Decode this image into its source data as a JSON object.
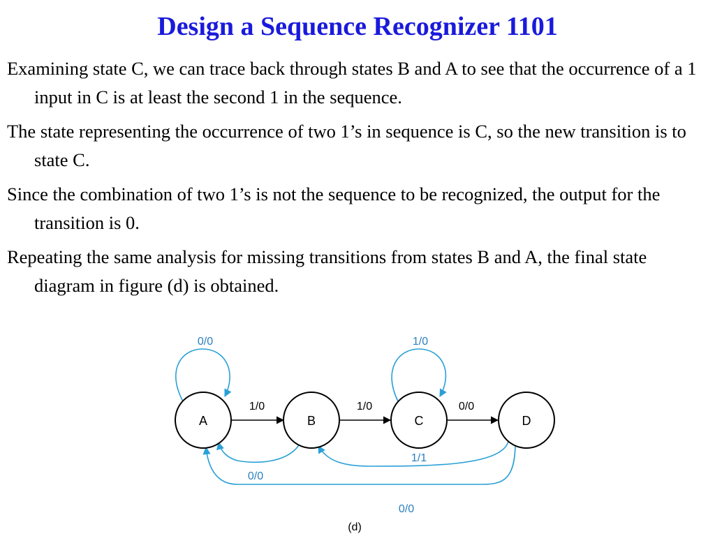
{
  "slide": {
    "title": "Design a Sequence Recognizer 1101",
    "paragraphs": [
      "Examining state C, we can trace back through states B and A to see that the occurrence of a 1 input in C is at least the second 1 in the sequence.",
      "The state representing the occurrence of two 1’s in sequence is C, so the new transition is to state C.",
      "Since the combination of two 1’s is not the sequence to be recognized, the output for the transition is 0.",
      "Repeating the same analysis for missing transitions from states B and A, the final state diagram in figure (d) is obtained."
    ]
  },
  "diagram": {
    "states": [
      "A",
      "B",
      "C",
      "D"
    ],
    "transitions": {
      "a_self": "0/0",
      "c_self": "1/0",
      "a_to_b": "1/0",
      "b_to_c": "1/0",
      "c_to_d": "0/0",
      "d_to_b": "1/1",
      "b_to_a": "0/0",
      "d_to_a": "0/0"
    },
    "caption": "(d)"
  },
  "colors": {
    "title": "#1a1adc",
    "arc": "#2aa0d6",
    "label": "#2a7fbf"
  }
}
